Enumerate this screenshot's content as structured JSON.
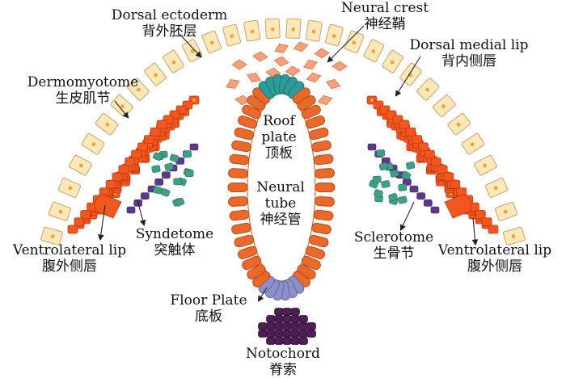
{
  "labels": {
    "dorsal_ectoderm": {
      "en": "Dorsal ectoderm",
      "zh": "背外胚层"
    },
    "neural_crest": {
      "en": "Neural crest",
      "zh": "神经鞘"
    },
    "dorsal_medial_lip": {
      "en": "Dorsal medial lip",
      "zh": "背内侧唇"
    },
    "dermomyotome": {
      "en": "Dermomyotome",
      "zh": "生皮肌节"
    },
    "roof_plate": {
      "en1": "Roof",
      "en2": "plate",
      "zh": "顶板"
    },
    "neural_tube": {
      "en1": "Neural",
      "en2": "tube",
      "zh": "神经管"
    },
    "ventrolateral_lip_left": {
      "en": "Ventrolateral lip",
      "zh": "腹外侧唇"
    },
    "syndetome": {
      "en": "Syndetome",
      "zh": "突触体"
    },
    "sclerotome": {
      "en": "Sclerotome",
      "zh": "生骨节"
    },
    "ventrolateral_lip_right": {
      "en": "Ventrolateral lip",
      "zh": "腹外侧唇"
    },
    "floor_plate": {
      "en": "Floor Plate",
      "zh": "底板"
    },
    "notochord": {
      "en": "Notochord",
      "zh": "脊索"
    }
  },
  "colors": {
    "ectoderm_fill": "#fbe7b8",
    "ectoderm_stroke": "#c8a46a",
    "neural_tube_cell": "#e8692a",
    "roof_plate_cell": "#2f9a9a",
    "floor_plate_cell": "#8c8fc8",
    "somite_cell": "#f2571f",
    "somite_highlight": "#ffb020",
    "syndetome_cell": "#5b3a8c",
    "sclerotome_cell": "#3f9f88",
    "neural_crest_cell": "#f4a07a",
    "notochord_cell": "#4e1f55"
  }
}
